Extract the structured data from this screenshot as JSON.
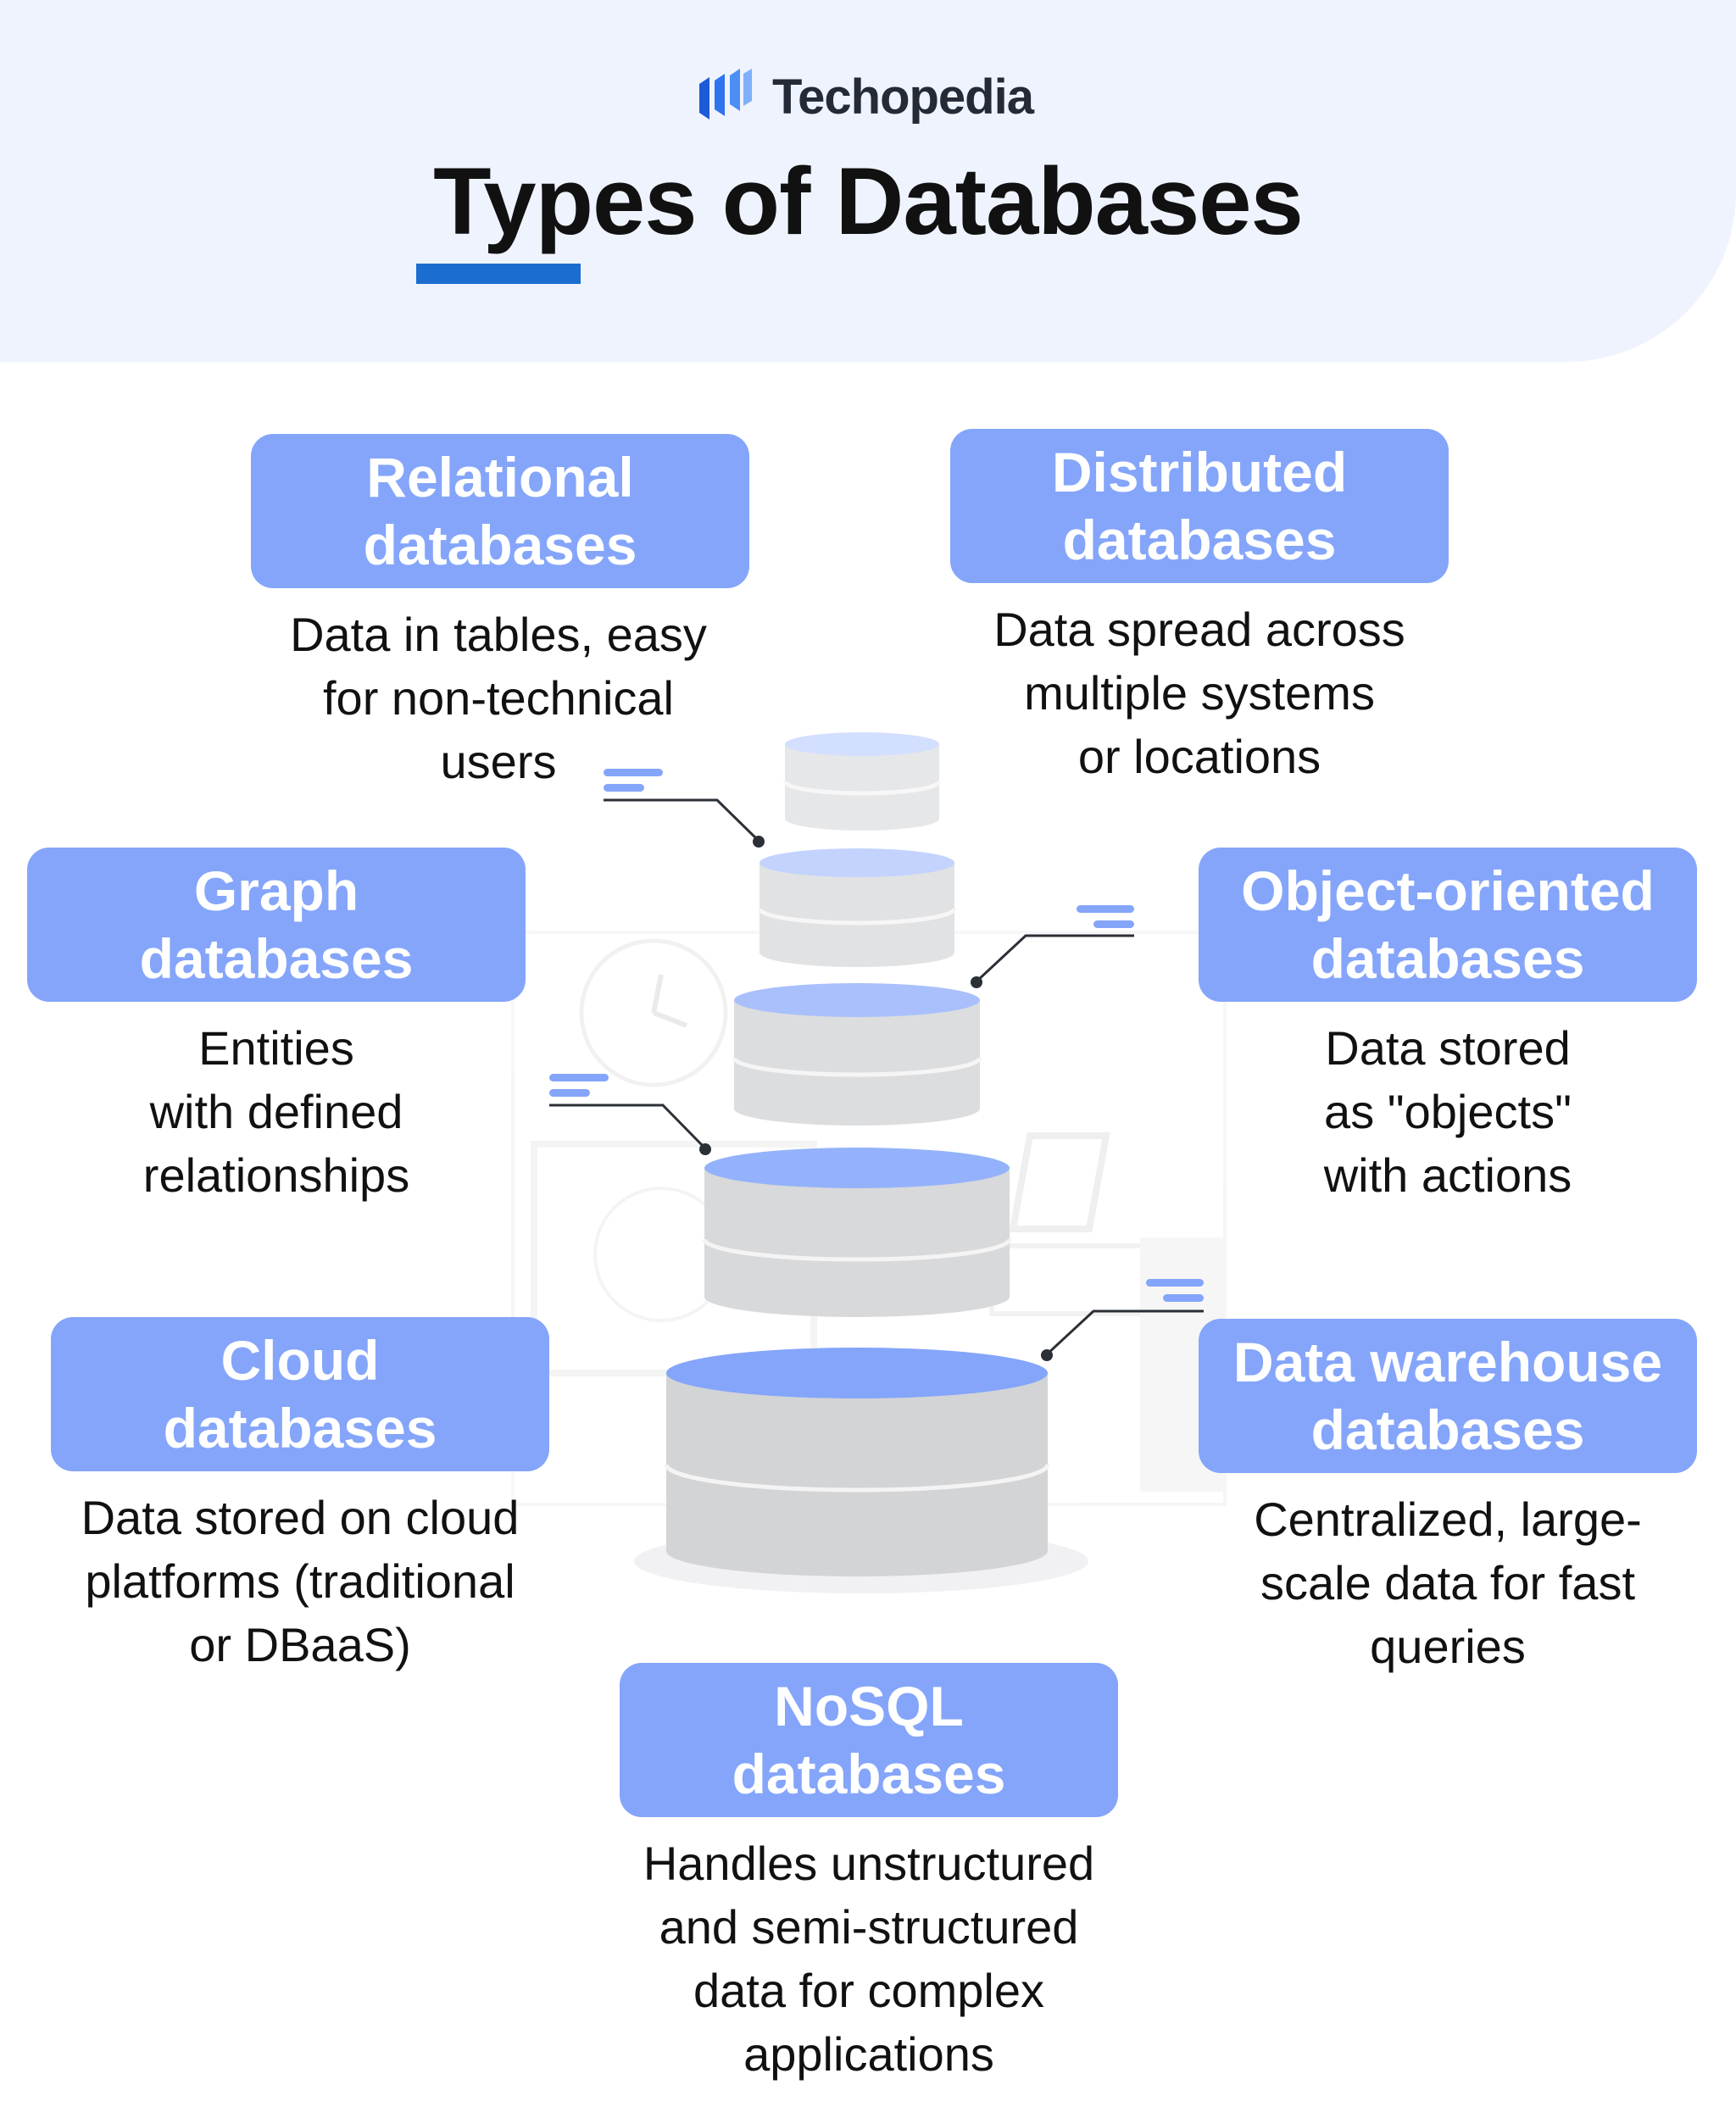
{
  "brand": {
    "name": "Techopedia",
    "logo_icon": "techopedia-logo-icon"
  },
  "title": "Types of Databases",
  "colors": {
    "header_background": "#eff3fd",
    "card_fill": "#84a5fa",
    "accent_underline": "#1c6dd0",
    "connector_line": "#2b2f36",
    "cylinder_body": "#d6d7d9",
    "cylinder_top": "#84a5fa"
  },
  "database_types": [
    {
      "key": "relational",
      "label": "Relational\ndatabases",
      "description": "Data in tables, easy\nfor non-technical\nusers"
    },
    {
      "key": "distributed",
      "label": "Distributed\ndatabases",
      "description": "Data spread across\nmultiple systems\nor locations"
    },
    {
      "key": "graph",
      "label": "Graph\ndatabases",
      "description": "Entities\nwith defined\nrelationships"
    },
    {
      "key": "object-oriented",
      "label": "Object-oriented\ndatabases",
      "description": "Data stored\nas \"objects\"\nwith actions"
    },
    {
      "key": "cloud",
      "label": "Cloud\ndatabases",
      "description": "Data stored on cloud\nplatforms (traditional\nor DBaaS)"
    },
    {
      "key": "data-warehouse",
      "label": "Data warehouse\ndatabases",
      "description": "Centralized, large-\nscale data for fast\nqueries"
    },
    {
      "key": "nosql",
      "label": "NoSQL\ndatabases",
      "description": "Handles unstructured\nand semi-structured\ndata for complex\napplications"
    }
  ]
}
